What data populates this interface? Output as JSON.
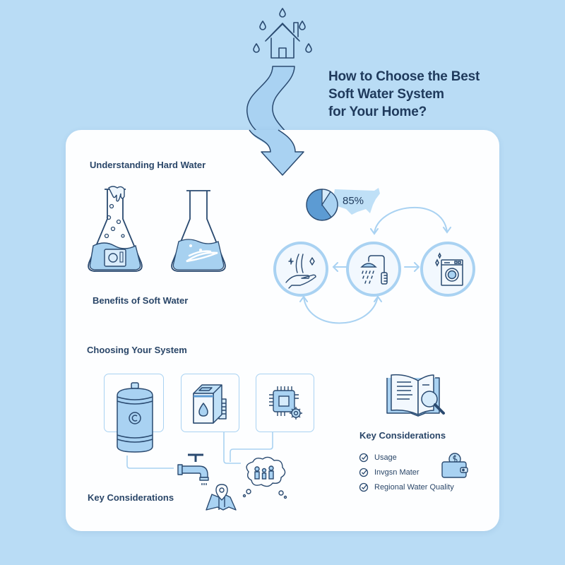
{
  "header": {
    "title_lines": [
      "How to Choose the Best",
      "Soft Water System",
      "for Your Home?"
    ],
    "icon": "house-rain-icon"
  },
  "sections": {
    "understanding": {
      "label": "Understanding Hard Water",
      "icons": [
        "hard-water-flask-icon",
        "soft-water-flask-icon"
      ]
    },
    "benefits": {
      "label": "Benefits of Soft Water",
      "stat": "85%",
      "cycle_icons": [
        "hand-water-icon",
        "shower-icon",
        "washing-machine-icon"
      ]
    },
    "choosing": {
      "label": "Choosing Your System",
      "option_icons": [
        "tank-icon",
        "softener-box-icon",
        "chip-gear-icon"
      ]
    },
    "key_left": {
      "label": "Key Considerations",
      "icons": [
        "faucet-icon",
        "map-pin-icon",
        "family-thought-icon"
      ]
    },
    "key_right": {
      "label": "Key Considerations",
      "items": [
        "Usage",
        "Invgsn Mater",
        "Regional Water Quality"
      ],
      "icons": [
        "book-search-icon",
        "wallet-icon"
      ]
    }
  },
  "colors": {
    "background": "#b9dcf5",
    "card": "#fdfeff",
    "text": "#1f3a5c",
    "stroke": "#2a4a70",
    "fill_light": "#bfe0f7",
    "fill_mid": "#8fc3ec",
    "accent": "#5c9bd3",
    "line_light": "#a9d2f2"
  }
}
